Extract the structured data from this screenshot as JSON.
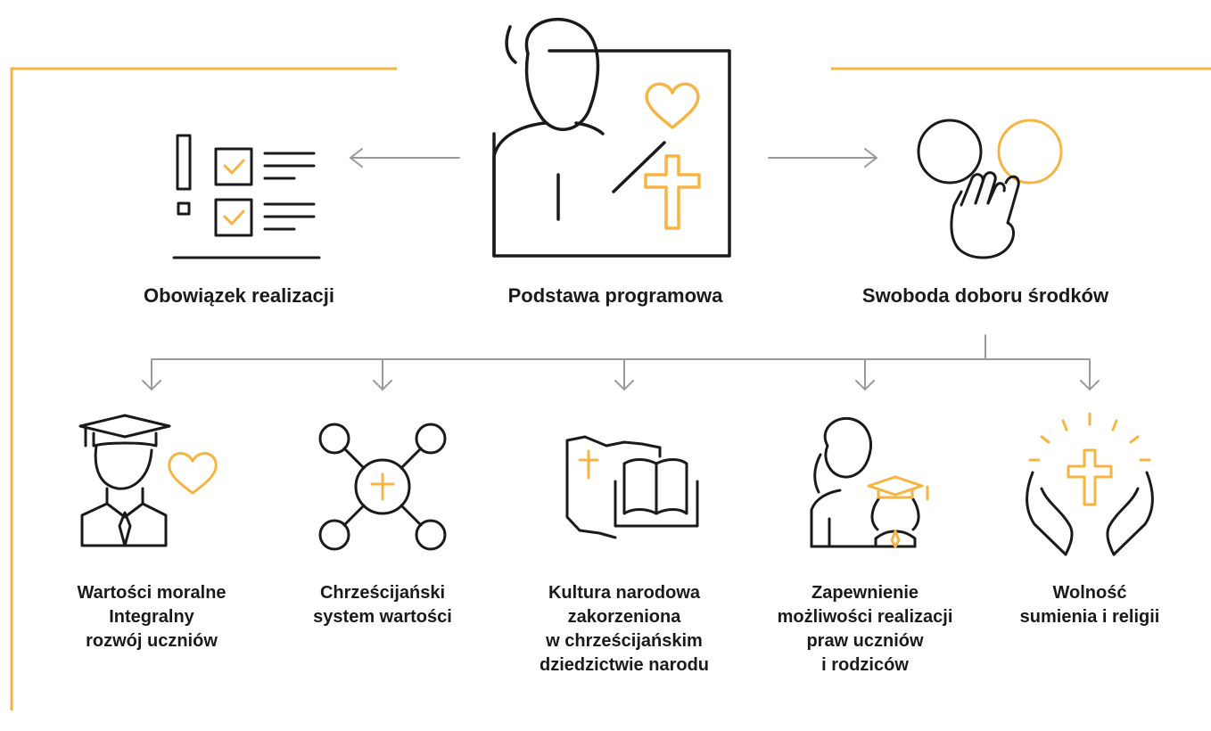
{
  "colors": {
    "accent": "#F7B443",
    "ink": "#1a1a1a",
    "connector": "#9a9a9a"
  },
  "center": {
    "label": "Podstawa programowa",
    "icon": "teacher-board-heart-cross-icon"
  },
  "left": {
    "label": "Obowiązek realizacji",
    "icon": "checklist-exclamation-icon"
  },
  "right": {
    "label": "Swoboda doboru środków",
    "icon": "hand-choosing-circle-icon"
  },
  "items": [
    {
      "lines": [
        "Wartości moralne",
        "Integralny",
        "rozwój uczniów"
      ],
      "icon": "graduate-heart-icon"
    },
    {
      "lines": [
        "Chrześcijański",
        "system wartości"
      ],
      "icon": "network-cross-icon"
    },
    {
      "lines": [
        "Kultura narodowa",
        "zakorzeniona",
        "w chrześcijańskim",
        "dziedzictwie narodu"
      ],
      "icon": "poland-map-book-cross-icon"
    },
    {
      "lines": [
        "Zapewnienie",
        "możliwości realizacji",
        "praw uczniów",
        "i rodziców"
      ],
      "icon": "parent-student-icon"
    },
    {
      "lines": [
        "Wolność",
        "sumienia i religii"
      ],
      "icon": "praying-hands-cross-icon"
    }
  ]
}
